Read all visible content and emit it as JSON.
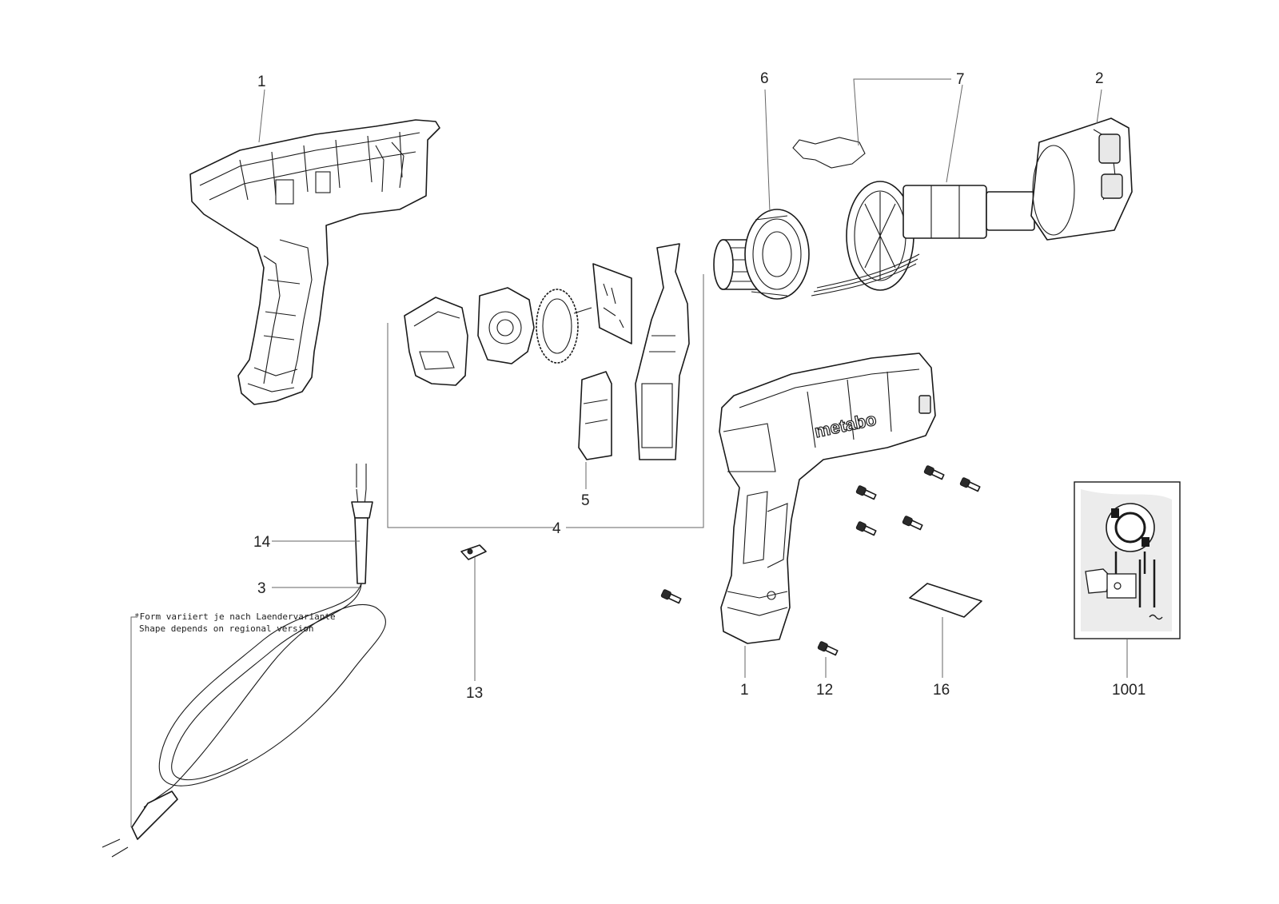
{
  "callouts": {
    "c1_top": "1",
    "c6": "6",
    "c7": "7",
    "c2": "2",
    "c5": "5",
    "c4": "4",
    "c14": "14",
    "c3": "3",
    "c13": "13",
    "c1_bottom": "1",
    "c12": "12",
    "c16": "16",
    "c1001": "1001"
  },
  "note": {
    "line1": "*Form variiert je nach Laendervariante",
    "line2": "Shape depends on regional version"
  },
  "brand_logo_text": "metabo"
}
